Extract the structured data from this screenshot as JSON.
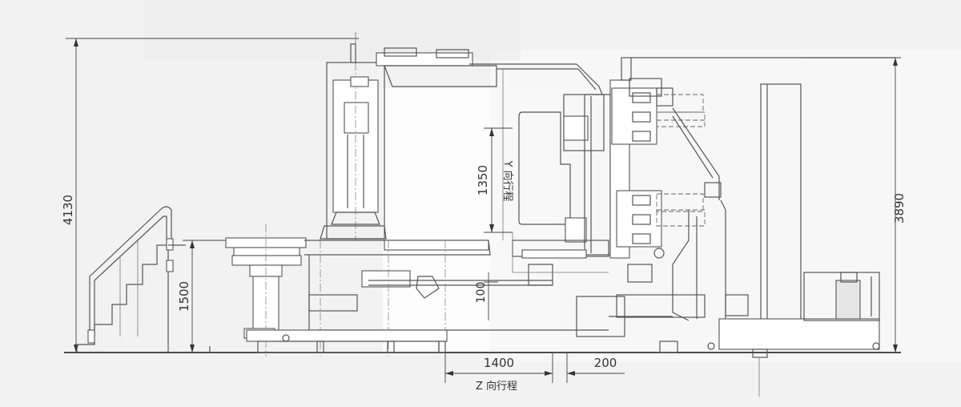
{
  "dimensions": {
    "total_height_left": "4130",
    "total_height_right": "3890",
    "table_height": "1500",
    "y_travel_value": "1350",
    "y_travel_label": "Y 向行程",
    "offset_value": "100",
    "z_travel_value": "1400",
    "z_offset_value": "200",
    "z_travel_label": "Z 向行程"
  },
  "colors": {
    "background": "#f2f2f2",
    "line": "#555555",
    "panel": "#ffffff"
  }
}
